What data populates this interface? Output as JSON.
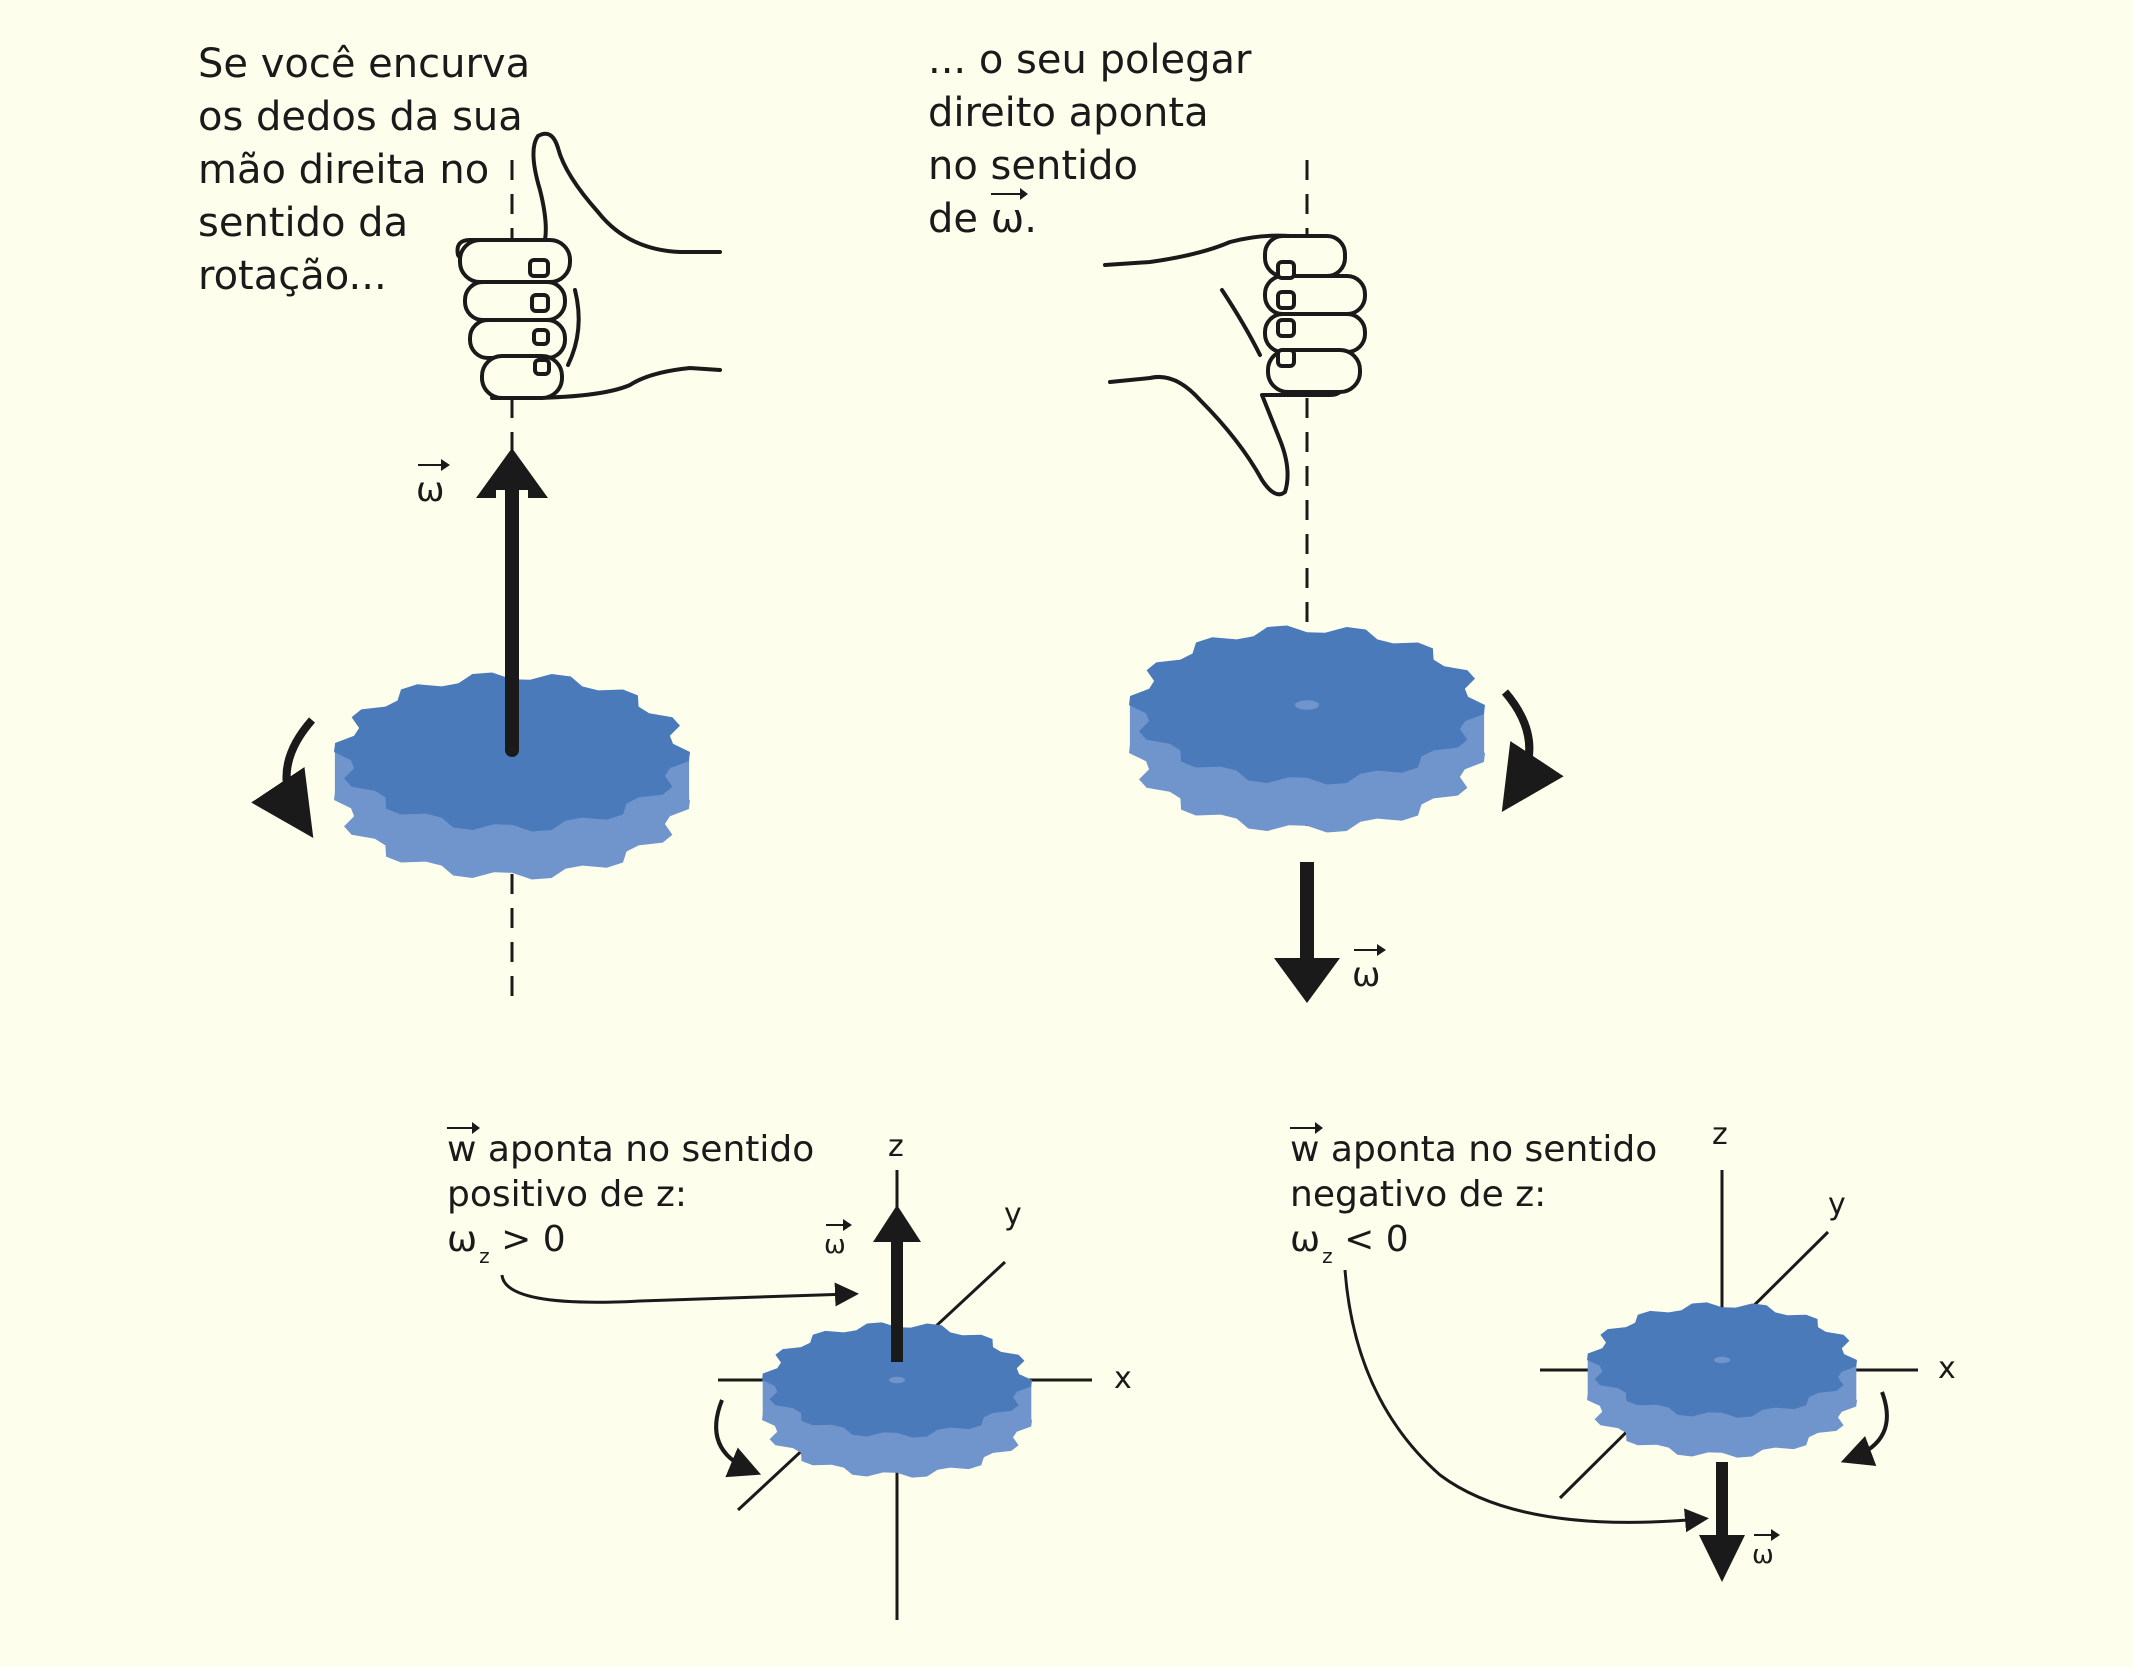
{
  "captions": {
    "top_left": [
      "Se você encurva",
      "os dedos da sua",
      "mão direita no",
      "sentido da",
      "rotação..."
    ],
    "top_right": [
      "... o seu polegar",
      "direito aponta",
      "no sentido"
    ],
    "top_right_last_prefix": "de ",
    "top_right_last_symbol": "ω",
    "top_right_last_suffix": ".",
    "bottom_left": {
      "line1_symbol": "w",
      "line1_text": " aponta no sentido",
      "line2": "positivo de z:",
      "line3_symbol": "ω",
      "line3_sub": "z",
      "line3_rest": " > 0"
    },
    "bottom_right": {
      "line1_symbol": "w",
      "line1_text": " aponta no sentido",
      "line2": "negativo de z:",
      "line3_symbol": "ω",
      "line3_sub": "z",
      "line3_rest": " < 0"
    }
  },
  "vector_labels": {
    "omega": "ω"
  },
  "axes": {
    "x": "x",
    "y": "y",
    "z": "z"
  },
  "colors": {
    "background": "#fefeec",
    "gear_top": "#4a7aba",
    "gear_side": "#6f95cc",
    "ink": "#1a1a1a"
  },
  "icons": {
    "hand_up": "right-hand-thumb-up-icon",
    "hand_down": "right-hand-thumb-down-icon"
  }
}
